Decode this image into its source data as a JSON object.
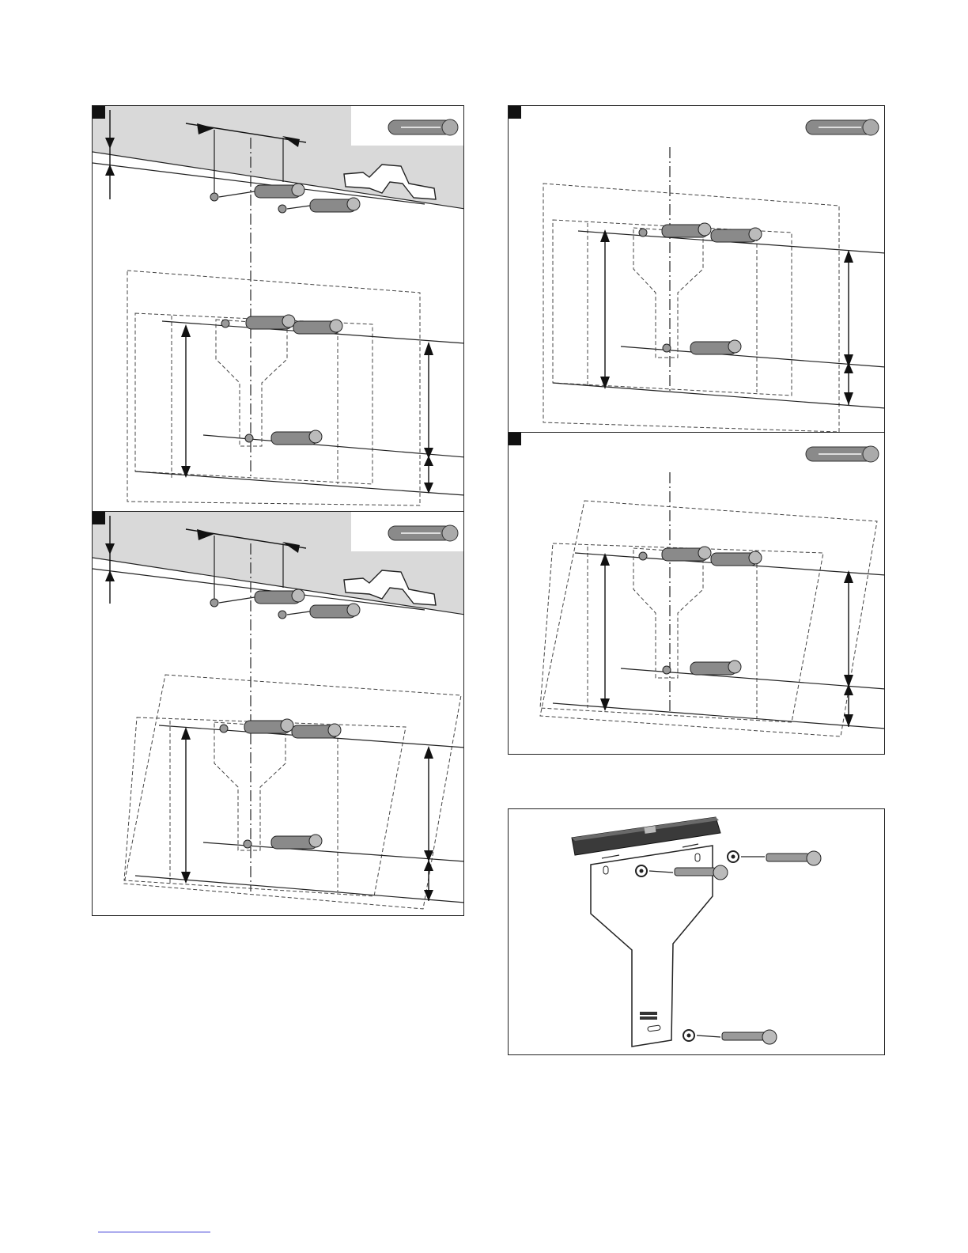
{
  "figure": {
    "panels": [
      {
        "id": "panel-top-left",
        "marker": "",
        "variant": "ceiling",
        "dowel_icon": "wall-plug-icon"
      },
      {
        "id": "panel-top-right",
        "marker": "",
        "variant": "flat",
        "dowel_icon": "wall-plug-icon"
      },
      {
        "id": "panel-middle-right",
        "marker": "",
        "variant": "slanted",
        "dowel_icon": "wall-plug-icon"
      },
      {
        "id": "panel-bottom-left",
        "marker": "",
        "variant": "ceiling-slanted",
        "dowel_icon": "wall-plug-icon"
      },
      {
        "id": "panel-bottom-right",
        "marker": "",
        "variant": "bracket-level",
        "dowel_icon": "spirit-level-icon"
      }
    ]
  },
  "colors": {
    "marker": "#111111",
    "ceiling_fill": "#d9d9d9",
    "dowel": "#8a8a8a",
    "level": "#3a3a3a",
    "footer_link": "#3b3bd6"
  }
}
